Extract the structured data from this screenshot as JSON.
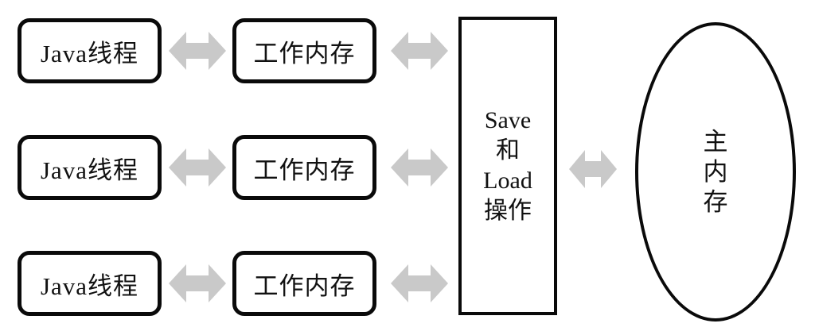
{
  "colors": {
    "arrow": "#c9c9c9",
    "shape_border": "#0a0a0a",
    "background": "#ffffff"
  },
  "threads": [
    {
      "label": "Java线程"
    },
    {
      "label": "Java线程"
    },
    {
      "label": "Java线程"
    }
  ],
  "working_memories": [
    {
      "label": "工作内存"
    },
    {
      "label": "工作内存"
    },
    {
      "label": "工作内存"
    }
  ],
  "save_load_box": {
    "text": "Save和Load操作",
    "lines": [
      "Save",
      "和",
      "Load",
      "操作"
    ]
  },
  "main_memory": {
    "text": "主内存",
    "lines": [
      "主",
      "内",
      "存"
    ]
  },
  "icons": {
    "connector": "double-headed-arrow"
  }
}
